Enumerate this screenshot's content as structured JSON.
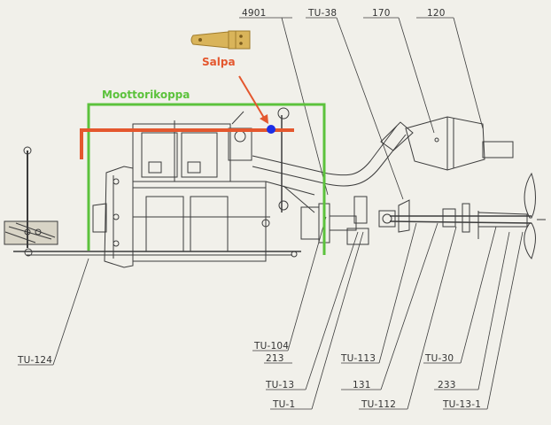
{
  "annotations": {
    "hatch_label": "Salpa",
    "engine_cover_label": "Moottorikoppa"
  },
  "colors": {
    "paper": "#f1f0ea",
    "drawing": "#3c3c3c",
    "red_annotation": "#e4572e",
    "green_annotation": "#5cc23c",
    "point_marker": "#1c2ee6",
    "hinge_brass": "#d9b45a"
  },
  "part_labels": {
    "top": [
      "4901",
      "TU-38",
      "170",
      "120"
    ],
    "left": [
      "TU-124"
    ],
    "bottom": [
      "TU-104",
      "213",
      "TU-13",
      "TU-1",
      "TU-113",
      "131",
      "TU-112",
      "TU-30",
      "233",
      "TU-13-1"
    ]
  }
}
